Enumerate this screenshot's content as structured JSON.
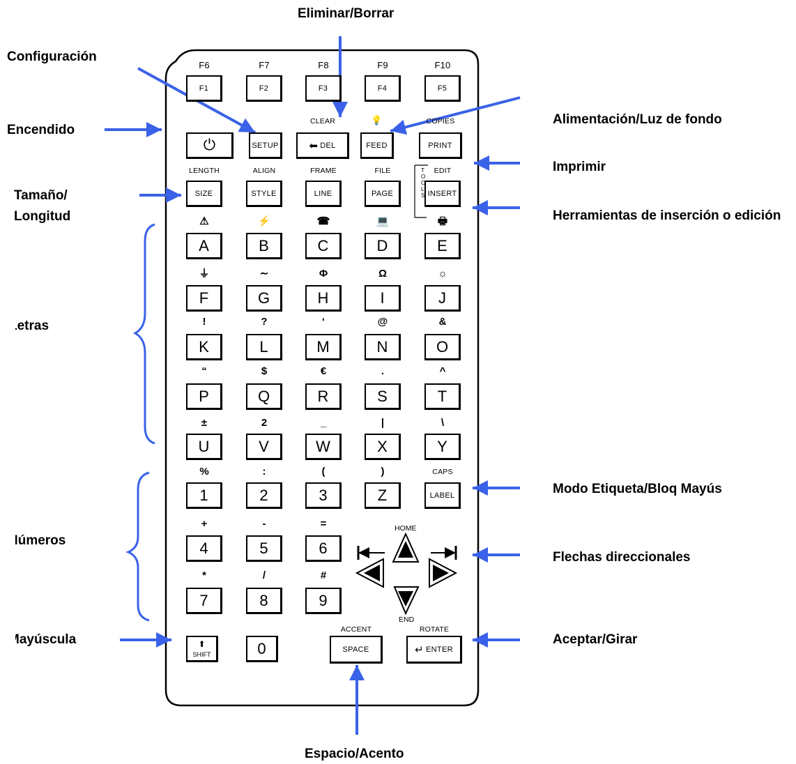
{
  "callouts": {
    "eliminar": "Eliminar/Borrar",
    "configuracion": "Configuración",
    "alimentacion": "Alimentación/Luz de fondo",
    "encendido": "Encendido",
    "imprimir": "Imprimir",
    "tamano": "Tamaño/ Longitud",
    "herramientas": "Herramientas de inserción o edición",
    "letras": "Letras",
    "modo": "Modo Etiqueta/Bloq Mayús",
    "numeros": "Números",
    "flechas": "Flechas direccionales",
    "mayuscula": "Mayúscula",
    "aceptar": "Aceptar/Girar",
    "espacio": "Espacio/Acento"
  },
  "rows": [
    {
      "keys": [
        {
          "label": "F1",
          "sec": "F6"
        },
        {
          "label": "F2",
          "sec": "F7"
        },
        {
          "label": "F3",
          "sec": "F8"
        },
        {
          "label": "F4",
          "sec": "F9"
        },
        {
          "label": "F5",
          "sec": "F10"
        }
      ]
    },
    {
      "keys": [
        {
          "label": "",
          "sec": "",
          "icon": "power-icon"
        },
        {
          "label": "SETUP",
          "sec": ""
        },
        {
          "label": "DEL",
          "sec": "CLEAR",
          "icon": "backspace-arrow-icon"
        },
        {
          "label": "FEED",
          "sec": "",
          "icon": "lightbulb-icon"
        },
        {
          "label": "PRINT",
          "sec": "COPIES"
        }
      ]
    },
    {
      "keys": [
        {
          "label": "SIZE",
          "sec": "LENGTH"
        },
        {
          "label": "STYLE",
          "sec": "ALIGN"
        },
        {
          "label": "LINE",
          "sec": "FRAME"
        },
        {
          "label": "PAGE",
          "sec": "FILE"
        },
        {
          "label": "INSERT",
          "sec": "EDIT"
        }
      ]
    },
    {
      "keys": [
        {
          "label": "A",
          "sec": "⚠"
        },
        {
          "label": "B",
          "sec": "⚡"
        },
        {
          "label": "C",
          "sec": "☎"
        },
        {
          "label": "D",
          "sec": "💻"
        },
        {
          "label": "E",
          "sec": "🖶"
        }
      ]
    },
    {
      "keys": [
        {
          "label": "F",
          "sec": "⏚"
        },
        {
          "label": "G",
          "sec": "∼"
        },
        {
          "label": "H",
          "sec": "Φ"
        },
        {
          "label": "I",
          "sec": "Ω"
        },
        {
          "label": "J",
          "sec": "☼"
        }
      ]
    },
    {
      "keys": [
        {
          "label": "K",
          "sec": "!"
        },
        {
          "label": "L",
          "sec": "?"
        },
        {
          "label": "M",
          "sec": "‘"
        },
        {
          "label": "N",
          "sec": "@"
        },
        {
          "label": "O",
          "sec": "&"
        }
      ]
    },
    {
      "keys": [
        {
          "label": "P",
          "sec": "“"
        },
        {
          "label": "Q",
          "sec": "$"
        },
        {
          "label": "R",
          "sec": "€"
        },
        {
          "label": "S",
          "sec": "."
        },
        {
          "label": "T",
          "sec": "^"
        }
      ]
    },
    {
      "keys": [
        {
          "label": "U",
          "sec": "±"
        },
        {
          "label": "V",
          "sec": "2"
        },
        {
          "label": "W",
          "sec": "_"
        },
        {
          "label": "X",
          "sec": "|"
        },
        {
          "label": "Y",
          "sec": "\\"
        }
      ]
    },
    {
      "keys": [
        {
          "label": "1",
          "sec": "%"
        },
        {
          "label": "2",
          "sec": ":"
        },
        {
          "label": "3",
          "sec": "("
        },
        {
          "label": "Z",
          "sec": ")"
        },
        {
          "label": "LABEL",
          "sec": "CAPS"
        }
      ]
    },
    {
      "keys": [
        {
          "label": "4",
          "sec": "+"
        },
        {
          "label": "5",
          "sec": "-"
        },
        {
          "label": "6",
          "sec": "="
        }
      ]
    },
    {
      "keys": [
        {
          "label": "7",
          "sec": "*"
        },
        {
          "label": "8",
          "sec": "/"
        },
        {
          "label": "9",
          "sec": "#"
        }
      ]
    },
    {
      "keys": [
        {
          "label": "",
          "sec": "",
          "sub": "SHIFT",
          "icon": "shift-arrow-icon"
        },
        {
          "label": "0",
          "sec": ""
        },
        {
          "label": "SPACE",
          "sec": "ACCENT"
        },
        {
          "label": "ENTER",
          "sec": "ROTATE",
          "icon": "enter-arrow-icon"
        }
      ]
    }
  ],
  "arrows": {
    "home": "HOME",
    "end": "END"
  },
  "tools_label": "TOOLS",
  "colors": {
    "arrow": "#3a62e8",
    "outline": "#000000"
  }
}
